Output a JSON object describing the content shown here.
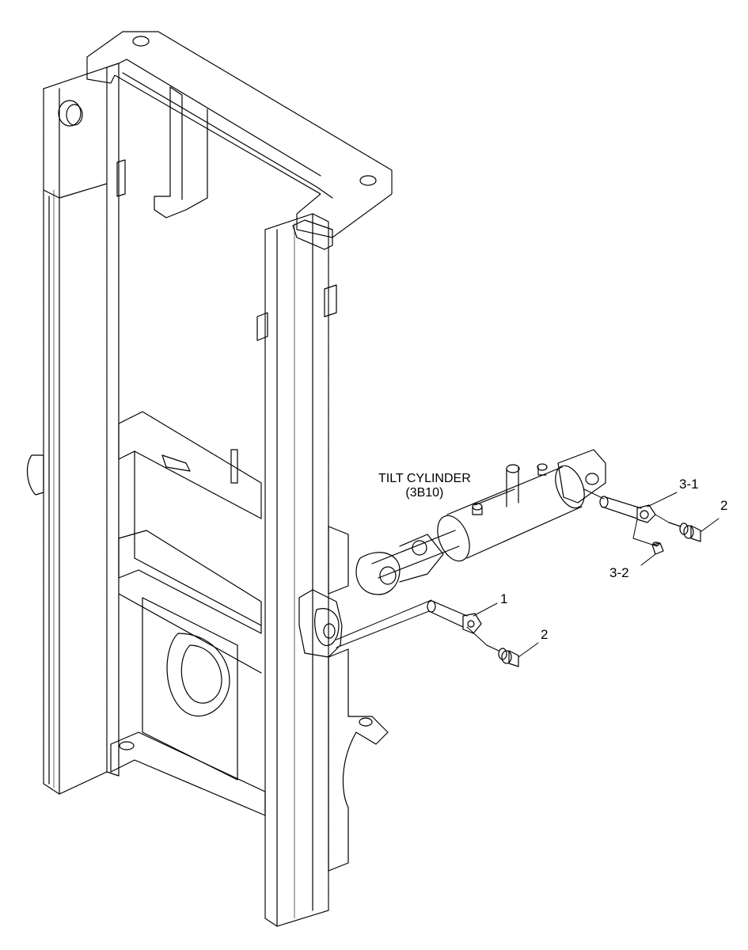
{
  "assembly": {
    "title": "TILT CYLINDER",
    "ref": "(3B10)"
  },
  "callouts": [
    {
      "id": "c1",
      "label": "1"
    },
    {
      "id": "c2a",
      "label": "2"
    },
    {
      "id": "c2b",
      "label": "2"
    },
    {
      "id": "c31",
      "label": "3-1"
    },
    {
      "id": "c32",
      "label": "3-2"
    }
  ],
  "colors": {
    "line": "#000000",
    "background": "#ffffff"
  }
}
